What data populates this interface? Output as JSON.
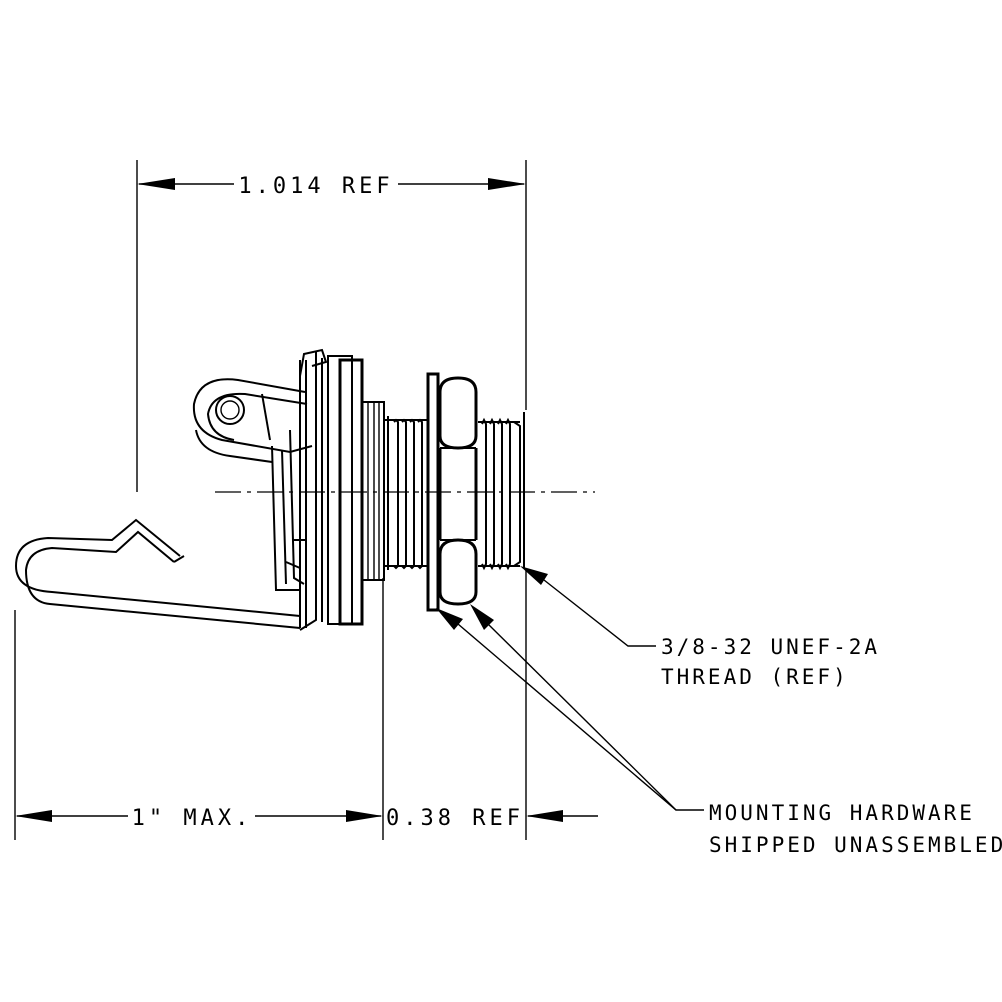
{
  "dimensions": {
    "overall_length": "1.014 REF",
    "body_length": "1\" MAX.",
    "thread_length": "0.38 REF"
  },
  "notes": {
    "thread_line1": "3/8-32 UNEF-2A",
    "thread_line2": "THREAD (REF)",
    "hardware_line1": "MOUNTING HARDWARE",
    "hardware_line2": "SHIPPED UNASSEMBLED"
  }
}
